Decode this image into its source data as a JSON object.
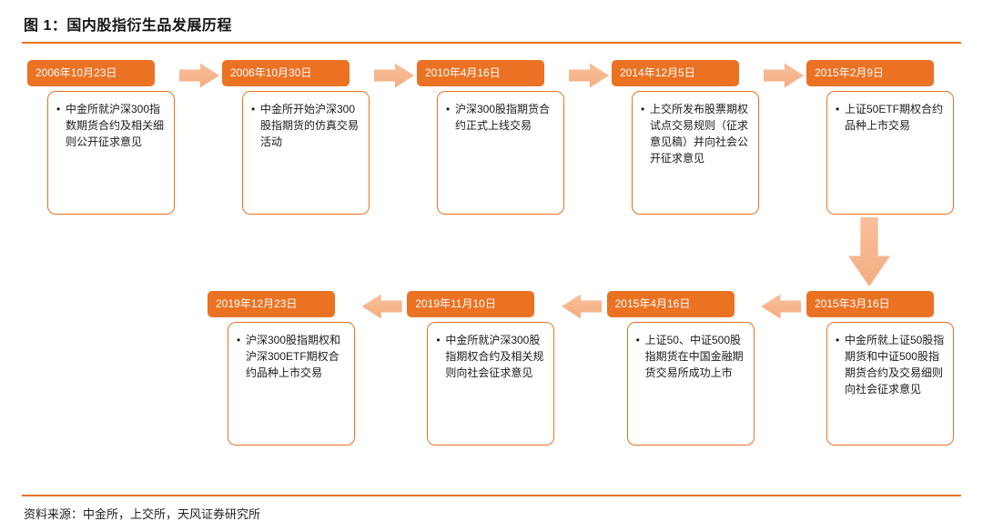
{
  "title": "图 1：国内股指衍生品发展历程",
  "source": "资料来源：中金所，上交所，天风证券研究所",
  "colors": {
    "accent": "#EB7223",
    "arrow": "#F5AD80",
    "text": "#1A1A1A",
    "date_text": "#FFFFFF"
  },
  "timeline": {
    "top": [
      {
        "date": "2006年10月23日",
        "text": "中金所就沪深300指数期货合约及相关细则公开征求意见"
      },
      {
        "date": "2006年10月30日",
        "text": "中金所开始沪深300股指期货的仿真交易活动"
      },
      {
        "date": "2010年4月16日",
        "text": "沪深300股指期货合约正式上线交易"
      },
      {
        "date": "2014年12月5日",
        "text": "上交所发布股票期权试点交易规则（征求意见稿）并向社会公开征求意见"
      },
      {
        "date": "2015年2月9日",
        "text": "上证50ETF期权合约品种上市交易"
      }
    ],
    "bottom": [
      {
        "date": "2019年12月23日",
        "text": "沪深300股指期权和沪深300ETF期权合约品种上市交易"
      },
      {
        "date": "2019年11月10日",
        "text": "中金所就沪深300股指期权合约及相关规则向社会征求意见"
      },
      {
        "date": "2015年4月16日",
        "text": "上证50、中证500股指期货在中国金融期货交易所成功上市"
      },
      {
        "date": "2015年3月16日",
        "text": "中金所就上证50股指期货和中证500股指期货合约及交易细则向社会征求意见"
      }
    ]
  }
}
